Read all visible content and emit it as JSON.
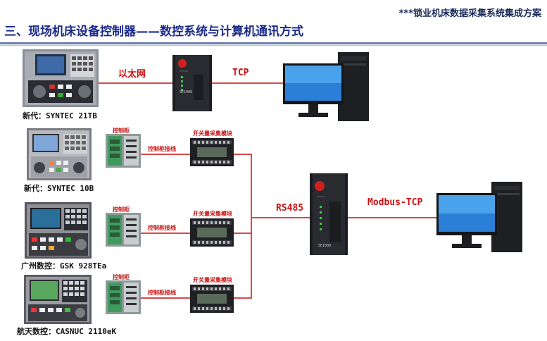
{
  "header": {
    "note": "***锁业机床数据采集系统集成方案",
    "title": "三、现场机床设备控制器——数控系统与计算机通讯方式"
  },
  "links": {
    "ethernet": "以太网",
    "tcp": "TCP",
    "rs485": "RS485",
    "modbus_tcp": "Modbus-TCP"
  },
  "machines": [
    {
      "caption": "新代：SYNTEC 21TB"
    },
    {
      "caption": "新代：SYNTEC 10B",
      "cabinet": "控制柜",
      "wiring": "控制柜接线",
      "module": "开关量采集模块"
    },
    {
      "caption": "广州数控：GSK 928TEa",
      "cabinet": "控制柜",
      "wiring": "控制柜接线",
      "module": "开关量采集模块"
    },
    {
      "caption": "航天数控：CASNUC 2110eK",
      "cabinet": "控制柜",
      "wiring": "控制柜接线",
      "module": "开关量采集模块"
    }
  ],
  "gateway_label": "SE1000",
  "colors": {
    "accent_red": "#cc1111",
    "title_blue": "#1a2a8a",
    "line_red": "#d94a4a"
  }
}
